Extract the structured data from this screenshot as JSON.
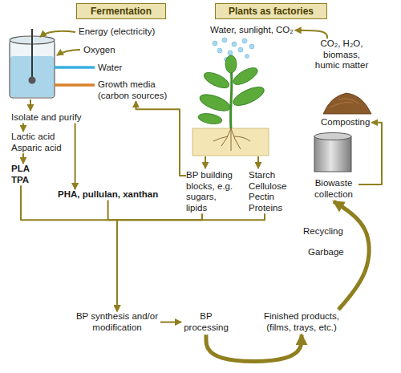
{
  "diagram": {
    "nodes": [
      {
        "text": [
          "Fermentation"
        ]
      },
      {
        "text": [
          "Plants as factories"
        ]
      },
      {
        "text": [
          "Energy (electricity)"
        ]
      },
      {
        "text": [
          "Oxygen"
        ]
      },
      {
        "text": [
          "Water"
        ]
      },
      {
        "text": [
          "Growth media (carbon sources)"
        ]
      },
      {
        "text": [
          "Isolate and purify"
        ]
      },
      {
        "text": [
          "Lactic acid Asparic acid"
        ]
      },
      {
        "text": [
          "PLA TPA"
        ]
      },
      {
        "text": [
          "PHA, pullulan, xanthan"
        ]
      },
      {
        "text": [
          "Water, sunlight, CO₂"
        ]
      },
      {
        "text": [
          "CO₂, H₂O, biomass, humic matter"
        ]
      },
      {
        "text": [
          "Composting"
        ]
      },
      {
        "text": [
          "BP building blocks, e.g. sugars, lipids"
        ]
      },
      {
        "text": [
          "Starch Cellulose Pectin Proteins"
        ]
      },
      {
        "text": [
          "Biowaste collection"
        ]
      },
      {
        "text": [
          "BP synthesis and/or modification"
        ]
      },
      {
        "text": [
          "BP processing"
        ]
      },
      {
        "text": [
          "Finished products, (films, trays, etc.)"
        ]
      }
    ],
    "edges": [
      {
        "from": 6,
        "to": 7,
        "arrow": "to"
      },
      {
        "from": 6,
        "to": 9,
        "arrow": "to"
      },
      {
        "from": 7,
        "to": 8,
        "arrow": "to"
      },
      {
        "from": 8,
        "to": 16,
        "arrow": "to"
      },
      {
        "from": 9,
        "to": 16,
        "arrow": "to"
      },
      {
        "from": 13,
        "to": 16,
        "arrow": "to"
      },
      {
        "from": 14,
        "to": 16,
        "arrow": "to"
      },
      {
        "from": 13,
        "to": 5,
        "arrow": "to"
      },
      {
        "from": 16,
        "to": 17,
        "arrow": "to"
      },
      {
        "from": 17,
        "to": 18,
        "arrow": "to"
      },
      {
        "from": 18,
        "to": 15,
        "arrow": "to"
      },
      {
        "from": 15,
        "to": 12,
        "arrow": "to"
      },
      {
        "from": 11,
        "to": 10,
        "arrow": "to"
      }
    ],
    "labels": [
      "Recycling",
      "Garbage"
    ]
  }
}
